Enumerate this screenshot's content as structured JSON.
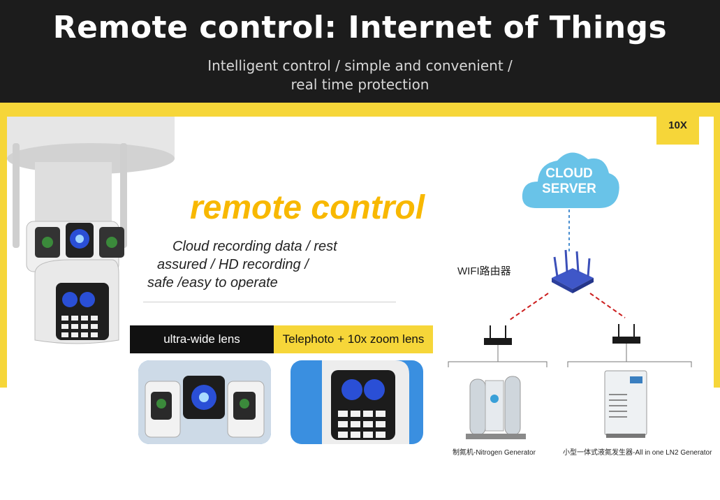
{
  "header": {
    "title": "Remote control: Internet of Things",
    "subtitle_line1": "Intelligent control / simple and convenient /",
    "subtitle_line2": "real time protection"
  },
  "badge": {
    "zoom": "10X"
  },
  "main": {
    "headline": "remote control",
    "description_lines": [
      "Cloud recording data / rest",
      "assured / HD recording /",
      "safe /easy to operate"
    ]
  },
  "lenses": {
    "wide_label": "ultra-wide lens",
    "tele_label": "Telephoto + 10x zoom lens"
  },
  "network": {
    "cloud_line1": "CLOUD",
    "cloud_line2": "SERVER",
    "router_label": "WIFI路由器",
    "device1_label": "制氮机-Nitrogen Generator",
    "device2_label": "小型一体式液氮发生器-All in one LN2 Generator"
  },
  "colors": {
    "accent_yellow": "#f6d639",
    "headline_orange": "#f8b800",
    "header_bg": "#1c1c1c",
    "cloud_blue": "#69c3e8",
    "link_red": "#cc1e1e"
  },
  "icons": [
    "camera-image",
    "cloud-icon",
    "router-icon",
    "nitrogen-generator-icon",
    "ln2-generator-icon"
  ]
}
